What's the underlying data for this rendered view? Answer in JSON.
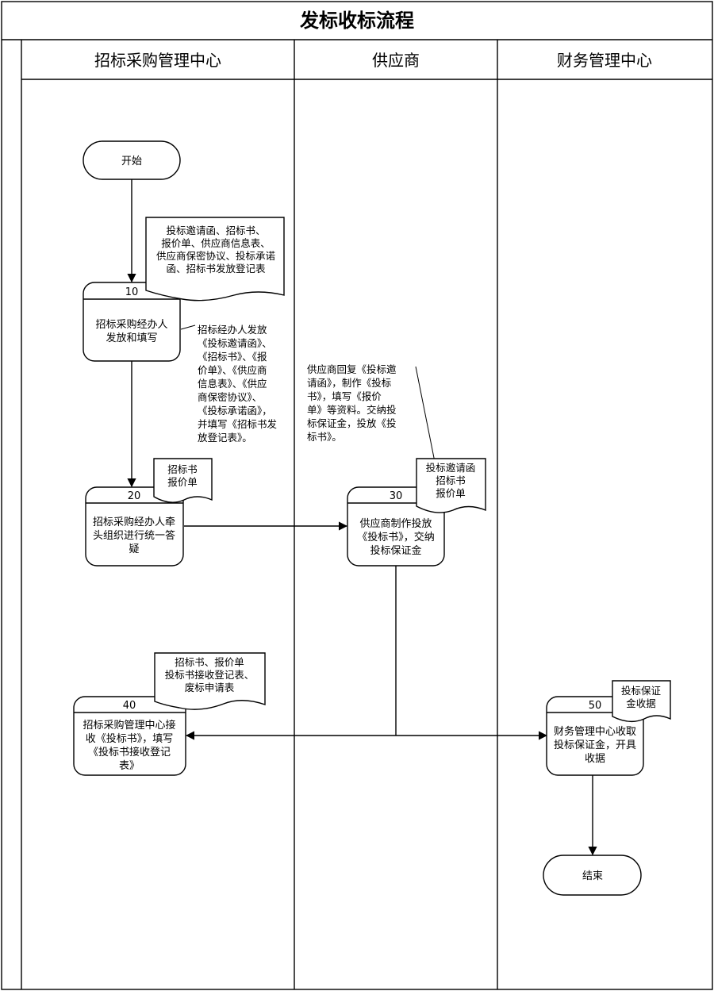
{
  "title": "发标收标流程",
  "lanes": [
    "招标采购管理中心",
    "供应商",
    "财务管理中心"
  ],
  "start": "开始",
  "end": "结束",
  "steps": {
    "s10": {
      "num": "10",
      "lines": [
        "招标采购经办人",
        "发放和填写"
      ]
    },
    "s20": {
      "num": "20",
      "lines": [
        "招标采购经办人牵",
        "头组织进行统一答",
        "疑"
      ]
    },
    "s30": {
      "num": "30",
      "lines": [
        "供应商制作投放",
        "《投标书》，交纳",
        "投标保证金"
      ]
    },
    "s40": {
      "num": "40",
      "lines": [
        "招标采购管理中心接",
        "收《投标书》，填写",
        "《投标书接收登记",
        "表》"
      ]
    },
    "s50": {
      "num": "50",
      "lines": [
        "财务管理中心收取",
        "投标保证金，开具",
        "收据"
      ]
    }
  },
  "docs": {
    "d10": [
      "投标邀请函、招标书、",
      "报价单、供应商信息表、",
      "供应商保密协议、投标承诺",
      "函、招标书发放登记表"
    ],
    "d20": [
      "招标书",
      "报价单"
    ],
    "d30": [
      "投标邀请函",
      "招标书",
      "报价单"
    ],
    "d40": [
      "招标书、报价单",
      "投标书接收登记表、",
      "废标申请表"
    ],
    "d50": [
      "投标保证",
      "金收据"
    ]
  },
  "notes": {
    "n10": [
      "招标经办人发放",
      "《投标邀请函》、",
      "《招标书》、《报",
      "价单》、《供应商",
      "信息表》、《供应",
      "商保密协议》、",
      "《投标承诺函》，",
      "并填写《招标书发",
      "放登记表》。"
    ],
    "n30": [
      "供应商回复《投标邀",
      "请函》，制作《投标",
      "书》，填写《报价",
      "单》等资料。交纳投",
      "标保证金，投放《投",
      "标书》。"
    ]
  }
}
